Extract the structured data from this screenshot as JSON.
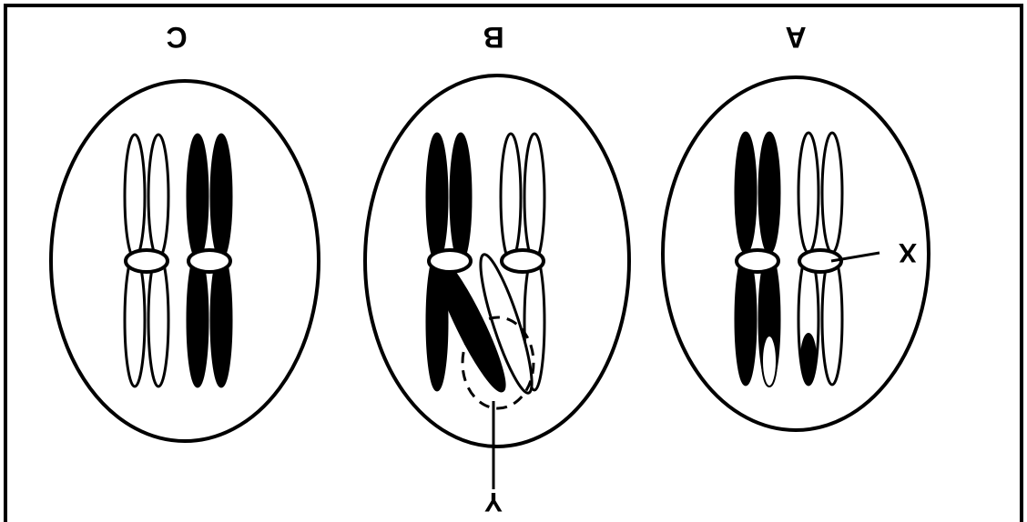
{
  "figure": {
    "panels": [
      {
        "id": "C",
        "label": "C"
      },
      {
        "id": "B",
        "label": "B"
      },
      {
        "id": "A",
        "label": "A"
      }
    ],
    "callouts": {
      "x": "X",
      "y": "Y"
    },
    "colors": {
      "ink": "#000000",
      "background": "#ffffff"
    }
  }
}
